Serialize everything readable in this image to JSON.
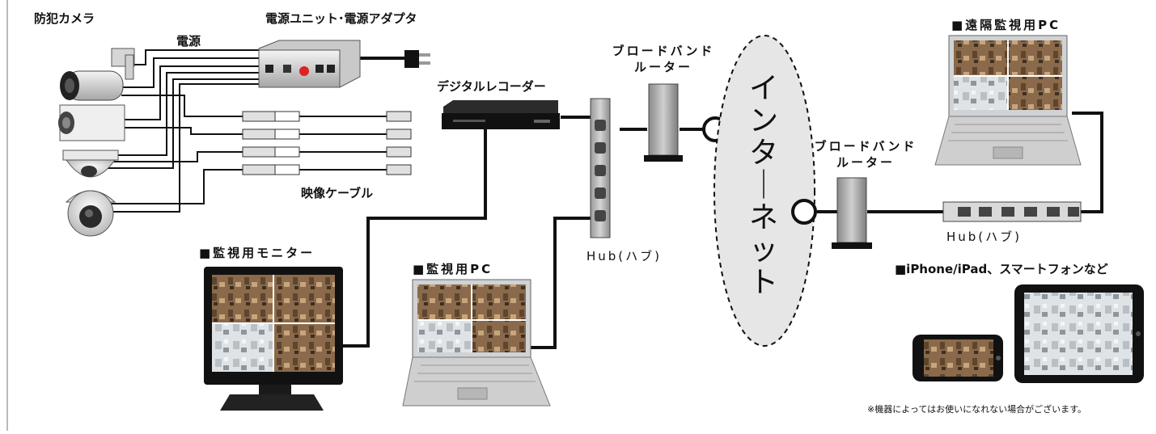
{
  "labels": {
    "camera": "防犯カメラ",
    "power": "電源",
    "power_unit": "電源ユニット･電源アダプタ",
    "video_cable": "映像ケーブル",
    "recorder": "デジタルレコーダー",
    "router1_line1": "ブロードバンド",
    "router1_line2": "ルーター",
    "router2_line1": "ブロードバンド",
    "router2_line2": "ルーター",
    "hub1": "Hub(ハブ)",
    "hub2": "Hub(ハブ)",
    "monitor": "■監視用モニター",
    "pc": "■監視用PC",
    "remote_pc": "■遠隔監視用PC",
    "mobile": "■iPhone/iPad、スマートフォンなど",
    "internet": "インターネット",
    "note": "※機器によってはお使いになれない場合がございます。"
  },
  "icons": [
    "bullet-camera-icon",
    "box-camera-icon",
    "dome-camera-icon",
    "dome-camera-icon",
    "power-unit-icon",
    "power-plug-icon",
    "bnc-connector-icon",
    "digital-recorder-icon",
    "hub-icon",
    "router-icon",
    "cloud-icon",
    "monitor-icon",
    "laptop-icon",
    "tablet-icon",
    "smartphone-icon"
  ]
}
